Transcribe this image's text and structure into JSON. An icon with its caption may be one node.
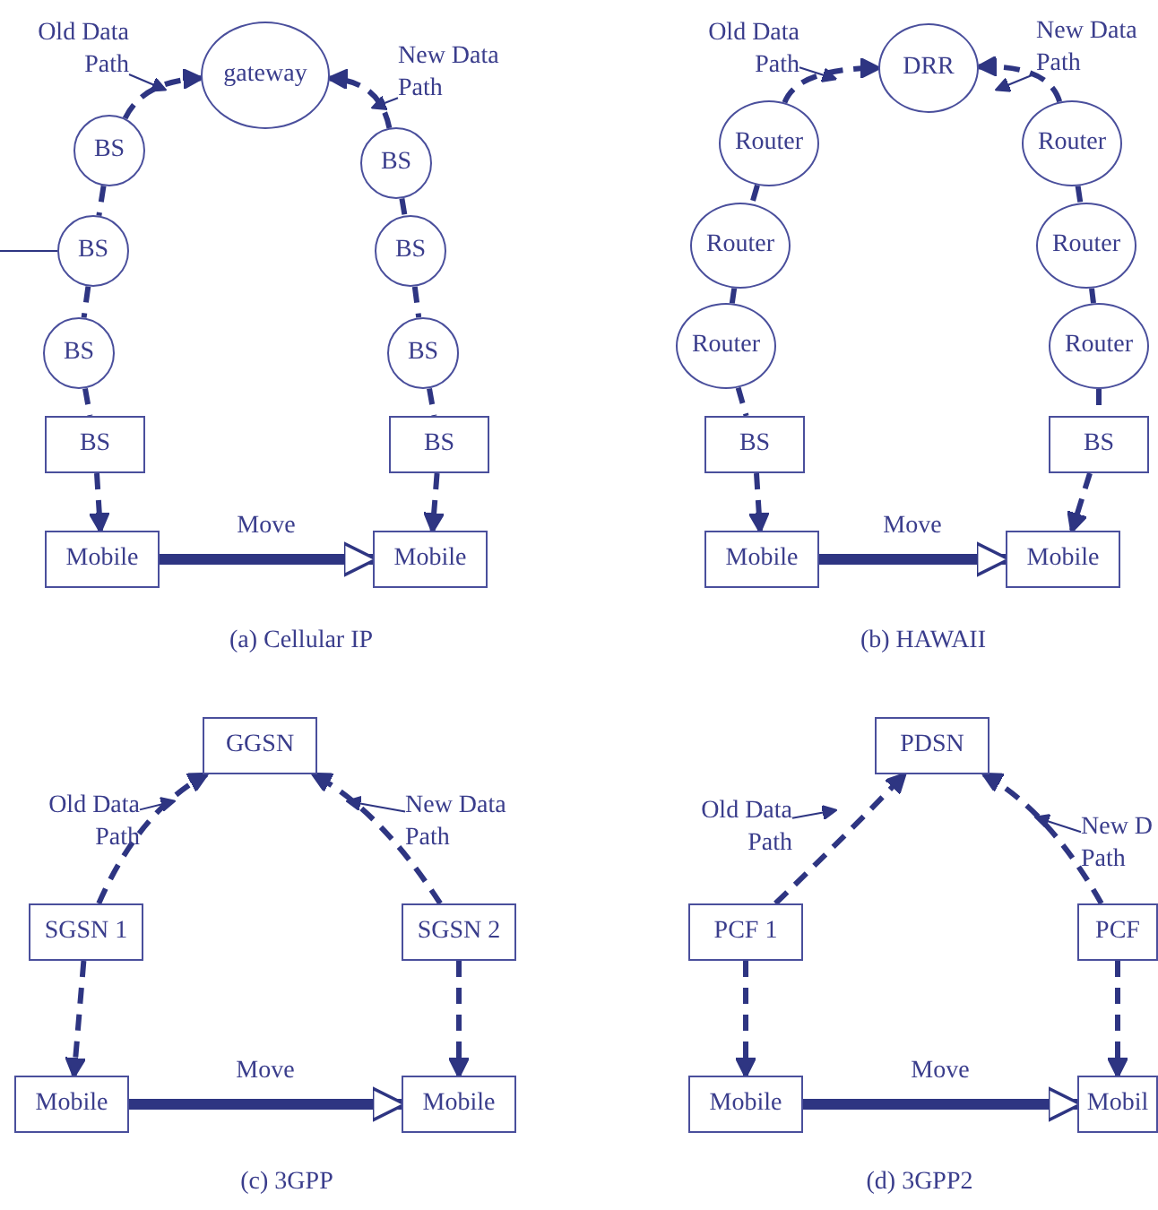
{
  "diagram": {
    "nodes": [
      {
        "text": [
          "Old Data Path"
        ]
      },
      {
        "text": [
          "gateway"
        ]
      },
      {
        "text": [
          "New Data Path"
        ]
      },
      {
        "text": [
          "BS"
        ]
      },
      {
        "text": [
          "BS"
        ]
      },
      {
        "text": [
          "BS"
        ]
      },
      {
        "text": [
          "BS"
        ]
      },
      {
        "text": [
          "BS"
        ]
      },
      {
        "text": [
          "BS"
        ]
      },
      {
        "text": [
          "BS"
        ]
      },
      {
        "text": [
          "BS"
        ]
      },
      {
        "text": [
          "Mobile"
        ]
      },
      {
        "text": [
          "Mobile"
        ]
      },
      {
        "text": [
          "Old Data Path"
        ]
      },
      {
        "text": [
          "DRR"
        ]
      },
      {
        "text": [
          "New Data Path"
        ]
      },
      {
        "text": [
          "Router"
        ]
      },
      {
        "text": [
          "Router"
        ]
      },
      {
        "text": [
          "Router"
        ]
      },
      {
        "text": [
          "BS"
        ]
      },
      {
        "text": [
          "Router"
        ]
      },
      {
        "text": [
          "Router"
        ]
      },
      {
        "text": [
          "Router"
        ]
      },
      {
        "text": [
          "BS"
        ]
      },
      {
        "text": [
          "Mobile"
        ]
      },
      {
        "text": [
          "Mobile"
        ]
      },
      {
        "text": [
          "GGSN"
        ]
      },
      {
        "text": [
          "Old Data Path"
        ]
      },
      {
        "text": [
          "New Data Path"
        ]
      },
      {
        "text": [
          "SGSN 1"
        ]
      },
      {
        "text": [
          "SGSN 2"
        ]
      },
      {
        "text": [
          "Mobile"
        ]
      },
      {
        "text": [
          "Mobile"
        ]
      },
      {
        "text": [
          "PDSN"
        ]
      },
      {
        "text": [
          "Old Data Path"
        ]
      },
      {
        "text": [
          "New D Path"
        ]
      },
      {
        "text": [
          "PCF 1"
        ]
      },
      {
        "text": [
          "PCF"
        ]
      },
      {
        "text": [
          "Mobile"
        ]
      },
      {
        "text": [
          "Mobil"
        ]
      }
    ],
    "edges": [
      {
        "from": 3,
        "to": 1,
        "arrow": "to",
        "style": "dashed"
      },
      {
        "from": 3,
        "to": 4,
        "arrow": "none",
        "style": "dashed"
      },
      {
        "from": 4,
        "to": 5,
        "arrow": "none",
        "style": "dashed"
      },
      {
        "from": 5,
        "to": 6,
        "arrow": "none",
        "style": "dashed"
      },
      {
        "from": 6,
        "to": 11,
        "arrow": "to",
        "style": "dashed"
      },
      {
        "from": 7,
        "to": 1,
        "arrow": "to",
        "style": "dashed"
      },
      {
        "from": 7,
        "to": 8,
        "arrow": "none",
        "style": "dashed"
      },
      {
        "from": 8,
        "to": 9,
        "arrow": "none",
        "style": "dashed"
      },
      {
        "from": 9,
        "to": 10,
        "arrow": "none",
        "style": "dashed"
      },
      {
        "from": 10,
        "to": 12,
        "arrow": "to",
        "style": "dashed"
      },
      {
        "from": 0,
        "to": null,
        "arrow": "to"
      },
      {
        "from": 2,
        "to": null,
        "arrow": "to"
      },
      {
        "from": null,
        "to": 4,
        "arrow": "none"
      },
      {
        "from": 11,
        "to": 12,
        "label": "Move",
        "arrow": "to",
        "style": "thick"
      },
      {
        "from": 16,
        "to": 14,
        "arrow": "to",
        "style": "dashed"
      },
      {
        "from": 16,
        "to": 17,
        "arrow": "none",
        "style": "dashed"
      },
      {
        "from": 17,
        "to": 18,
        "arrow": "none",
        "style": "dashed"
      },
      {
        "from": 18,
        "to": 19,
        "arrow": "none",
        "style": "dashed"
      },
      {
        "from": 19,
        "to": 24,
        "arrow": "to",
        "style": "dashed"
      },
      {
        "from": 20,
        "to": 14,
        "arrow": "to",
        "style": "dashed"
      },
      {
        "from": 20,
        "to": 21,
        "arrow": "none",
        "style": "dashed"
      },
      {
        "from": 21,
        "to": 22,
        "arrow": "none",
        "style": "dashed"
      },
      {
        "from": 22,
        "to": 23,
        "arrow": "none",
        "style": "dashed"
      },
      {
        "from": 23,
        "to": 25,
        "arrow": "to",
        "style": "dashed"
      },
      {
        "from": 13,
        "to": null,
        "arrow": "to"
      },
      {
        "from": 15,
        "to": null,
        "arrow": "to"
      },
      {
        "from": 24,
        "to": 25,
        "label": "Move",
        "arrow": "to",
        "style": "thick"
      },
      {
        "from": 29,
        "to": 26,
        "arrow": "to",
        "style": "dashed"
      },
      {
        "from": 29,
        "to": 31,
        "arrow": "to",
        "style": "dashed"
      },
      {
        "from": 30,
        "to": 26,
        "arrow": "to",
        "style": "dashed"
      },
      {
        "from": 30,
        "to": 32,
        "arrow": "to",
        "style": "dashed"
      },
      {
        "from": 27,
        "to": null,
        "arrow": "to"
      },
      {
        "from": 28,
        "to": null,
        "arrow": "to"
      },
      {
        "from": 31,
        "to": 32,
        "label": "Move",
        "arrow": "to",
        "style": "thick"
      },
      {
        "from": 36,
        "to": 33,
        "arrow": "to",
        "style": "dashed"
      },
      {
        "from": 36,
        "to": 38,
        "arrow": "to",
        "style": "dashed"
      },
      {
        "from": 37,
        "to": 33,
        "arrow": "to",
        "style": "dashed"
      },
      {
        "from": 37,
        "to": 39,
        "arrow": "to",
        "style": "dashed"
      },
      {
        "from": 34,
        "to": null,
        "arrow": "to"
      },
      {
        "from": 35,
        "to": null,
        "arrow": "to"
      },
      {
        "from": 38,
        "to": 39,
        "label": "Move",
        "arrow": "to",
        "style": "thick"
      }
    ],
    "labels": [
      "(a) Cellular IP",
      "(b) HAWAII",
      "(c) 3GPP",
      "(d) 3GPP2"
    ]
  }
}
